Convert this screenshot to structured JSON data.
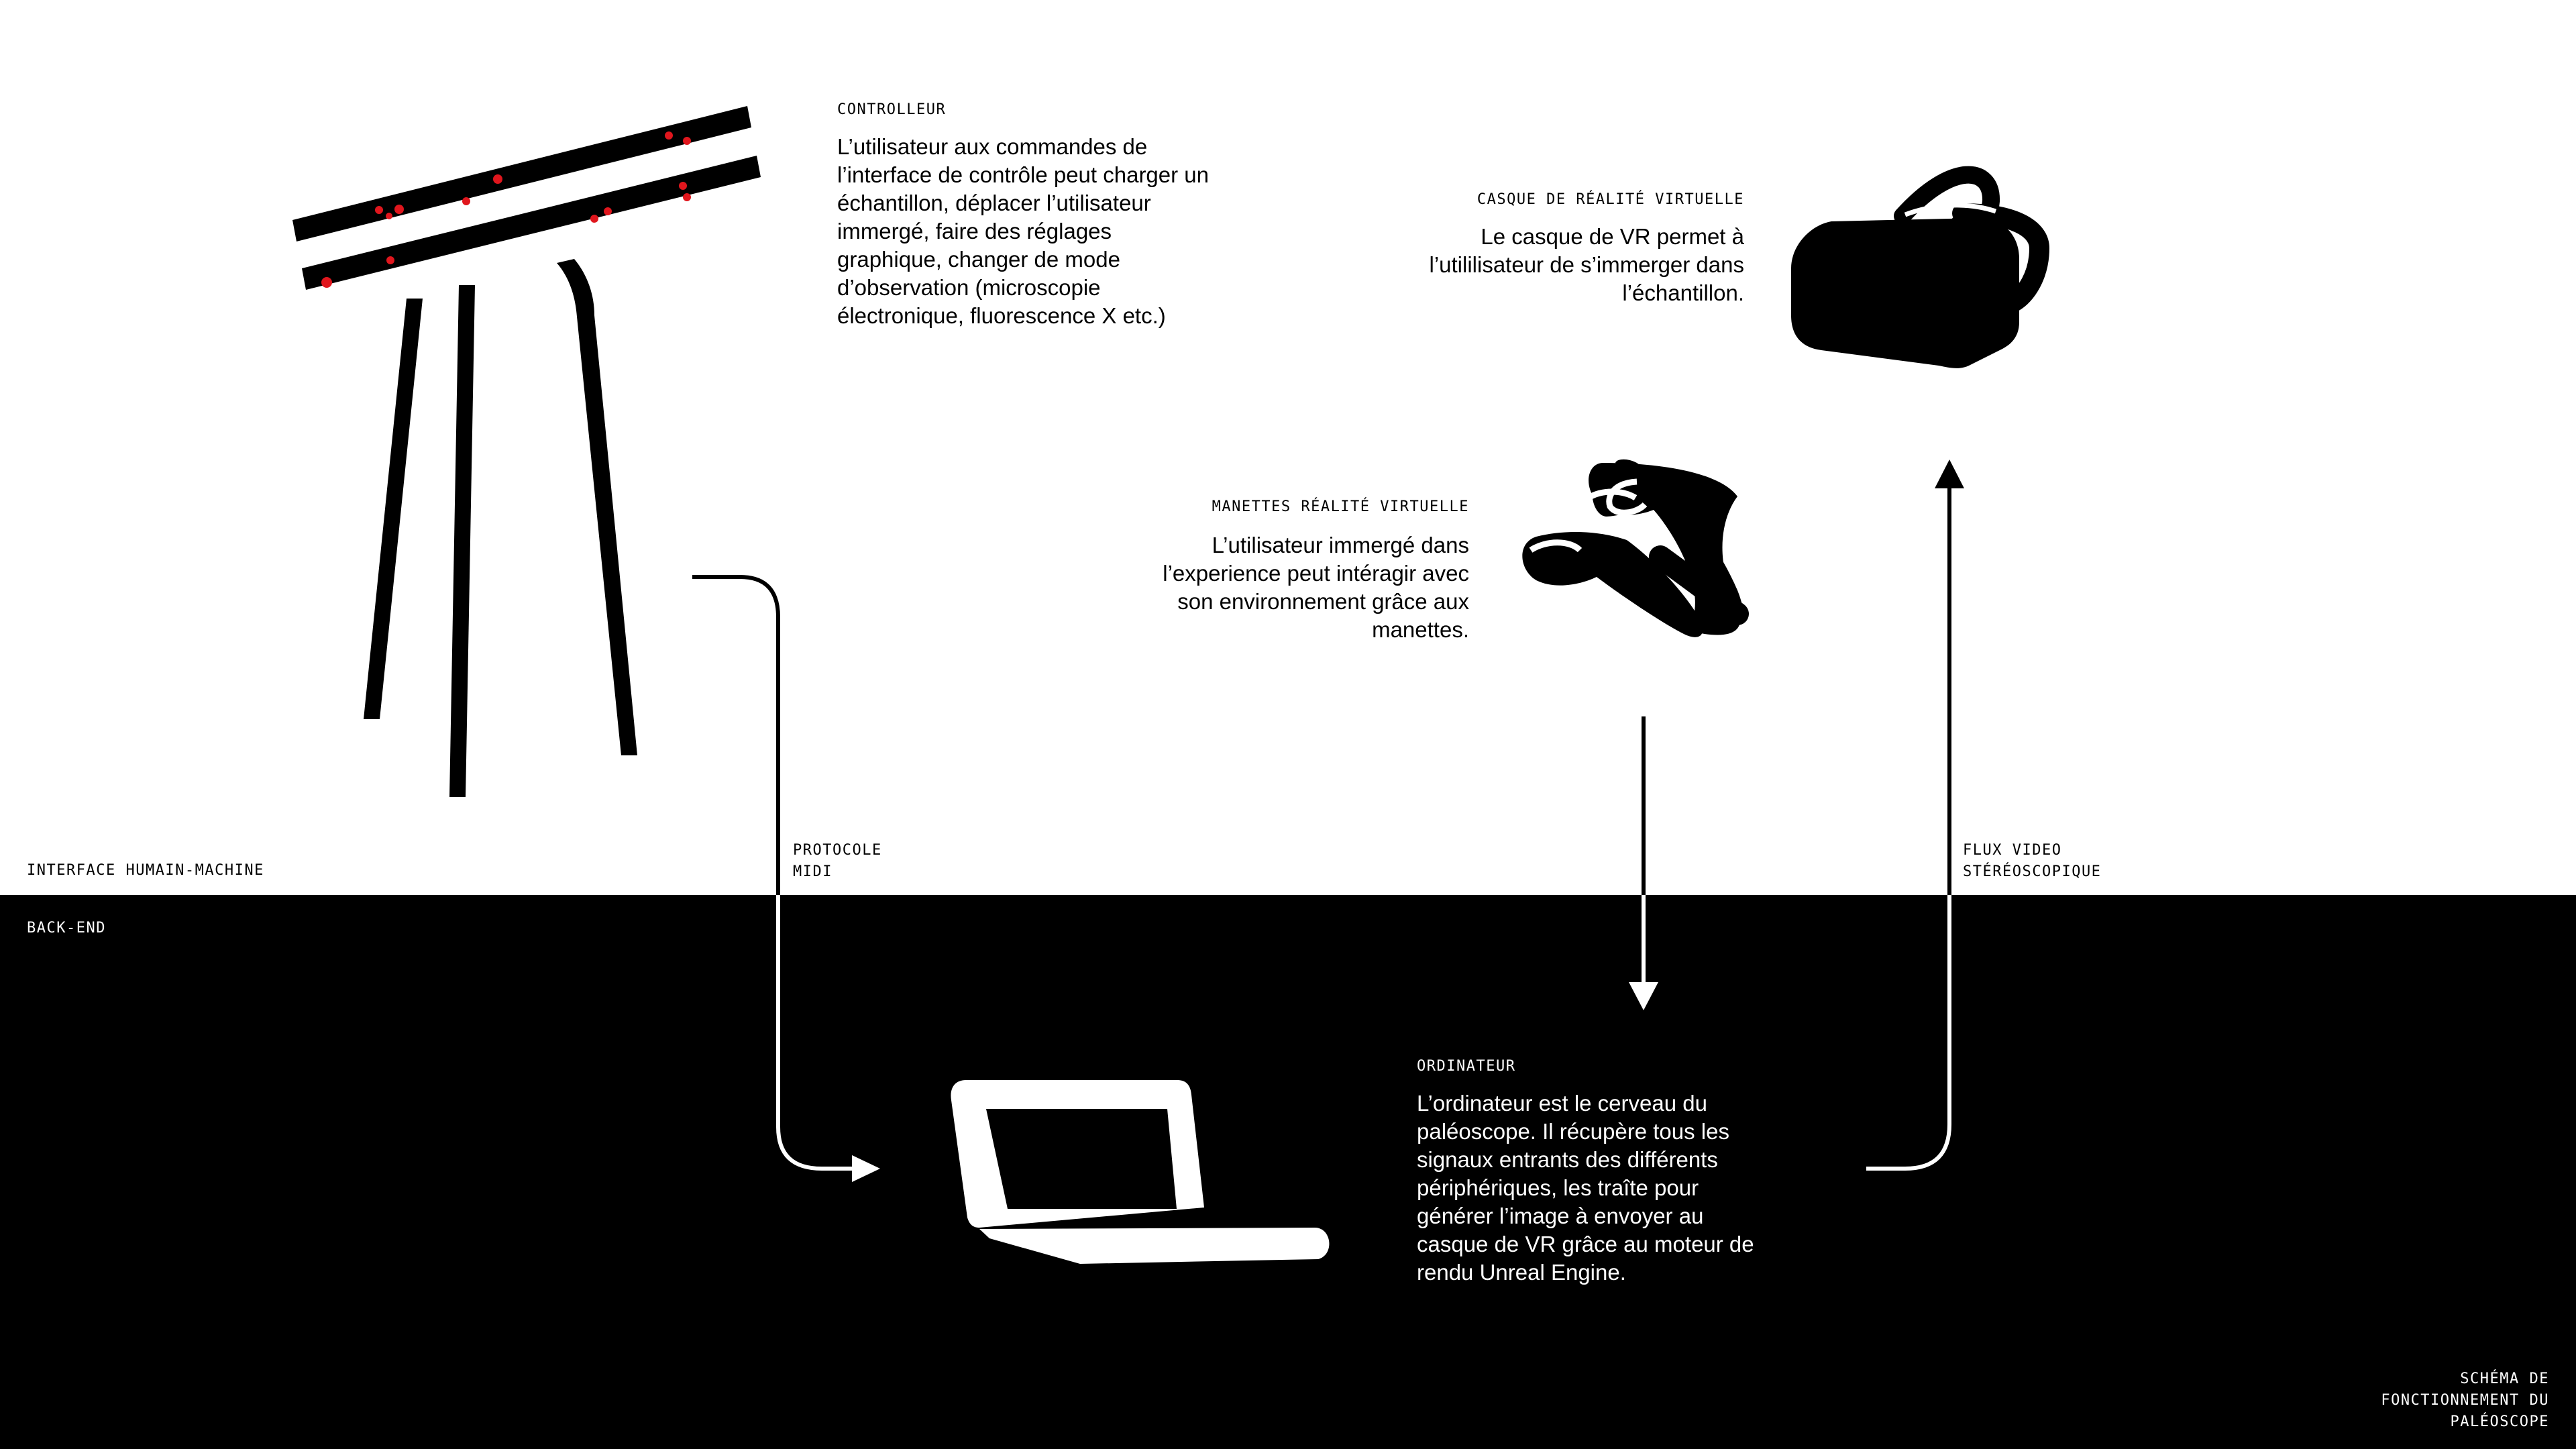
{
  "sections": {
    "top_label": "INTERFACE HUMAIN-MACHINE",
    "bottom_label": "BACK-END"
  },
  "controller": {
    "title": "CONTROLLEUR",
    "description": "L’utilisateur aux commandes de l’interface de contrôle peut charger un échantillon, déplacer l’utilisateur immergé, faire des réglages graphique, changer de mode d’observation (microscopie électronique, fluorescence X etc.)",
    "led_color": "#e0161d"
  },
  "headset": {
    "title": "CASQUE DE RÉALITÉ VIRTUELLE",
    "description": "Le casque de VR  permet à l’utililisateur de s’immerger dans l’échantillon."
  },
  "vr_controllers": {
    "title": "MANETTES RÉALITÉ VIRTUELLE",
    "description": "L’utilisateur immergé dans l’experience peut intéragir avec son environnement grâce aux manettes."
  },
  "computer": {
    "title": "ORDINATEUR",
    "description": "L’ordinateur est le cerveau du paléoscope. Il récupère tous les signaux entrants des différents périphériques, les traîte pour générer l’image à envoyer au casque de VR grâce au moteur de rendu Unreal Engine."
  },
  "connections": {
    "midi": "PROTOCOLE\nMIDI",
    "video": "FLUX VIDEO\nSTÉRÉOSCOPIQUE"
  },
  "footer": {
    "caption": "SCHÉMA DE\nFONCTIONNEMENT DU\nPALÉOSCOPE"
  },
  "colors": {
    "background_top": "#ffffff",
    "background_bottom": "#000000",
    "ink": "#000000"
  },
  "icons": [
    "controller-stand-icon",
    "vr-headset-icon",
    "vr-controllers-icon",
    "laptop-icon"
  ]
}
